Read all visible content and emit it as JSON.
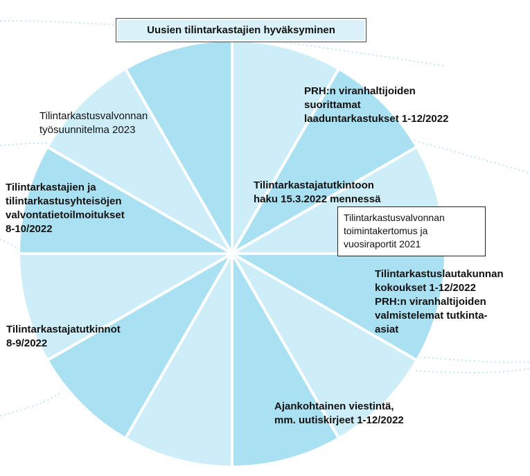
{
  "title": "Uusien tilintarkastajien hyväksyminen",
  "segments": [
    {
      "text": "PRH:n viranhaltijoiden\nsuorittamat\nlaaduntarkastukset  1-12/2022",
      "weight": "bold"
    },
    {
      "text": "Tilintarkastajatutkintoon\nhaku 15.3.2022 mennessä",
      "weight": "bold"
    },
    {
      "text": "Tilintarkastusvalvonnan\ntoimintakertomus ja\nvuosiraportit 2021",
      "weight": "boxed"
    },
    {
      "text": "Tilintarkastuslautakunnan\nkokoukset 1-12/2022\nPRH:n viranhaltijoiden\nvalmistelemat tutkinta-\nasiat",
      "weight": "bold"
    },
    {
      "text": "Ajankohtainen viestintä,\nmm. uutiskirjeet 1-12/2022",
      "weight": "bold"
    },
    {
      "text": "Tilintarkastajatutkinnot\n8-9/2022",
      "weight": "bold"
    },
    {
      "text": "Tilintarkastajien ja\ntilintarkastusyhteisöjen\nvalvontatietoilmoitukset\n8-10/2022",
      "weight": "bold"
    },
    {
      "text": "Tilintarkastusvalvonnan\ntyösuunnitelma 2023",
      "weight": "regular"
    }
  ],
  "colors": {
    "light": "#cdeef8",
    "dark": "#a9e1f3",
    "separator": "#ffffff",
    "background": "#ffffff"
  }
}
